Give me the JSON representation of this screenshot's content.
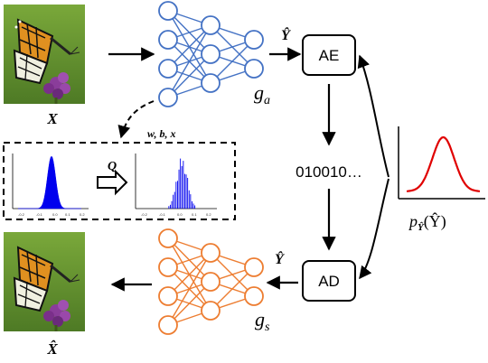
{
  "labels": {
    "x_input": "X",
    "x_output": "X̂",
    "y_hat_top": "Ŷ",
    "y_hat_bottom": "Ŷ",
    "g_a": "g",
    "g_a_sub": "a",
    "g_s": "g",
    "g_s_sub": "s",
    "wbx": "w, b, x",
    "q": "Q",
    "bitstream": "010010…",
    "prior_p": "p",
    "prior_sub": "Ŷ",
    "prior_arg": "(Ŷ)"
  },
  "boxes": {
    "ae": "AE",
    "ad": "AD"
  },
  "colors": {
    "encoder_net": "#4472C4",
    "decoder_net": "#ED7D31",
    "gaussian": "#E00000",
    "histogram": "#0000EE",
    "stroke": "#000000"
  },
  "icons": {
    "input_image": "butterfly-photo",
    "output_image": "butterfly-photo",
    "prior_plot": "gaussian-curve"
  }
}
